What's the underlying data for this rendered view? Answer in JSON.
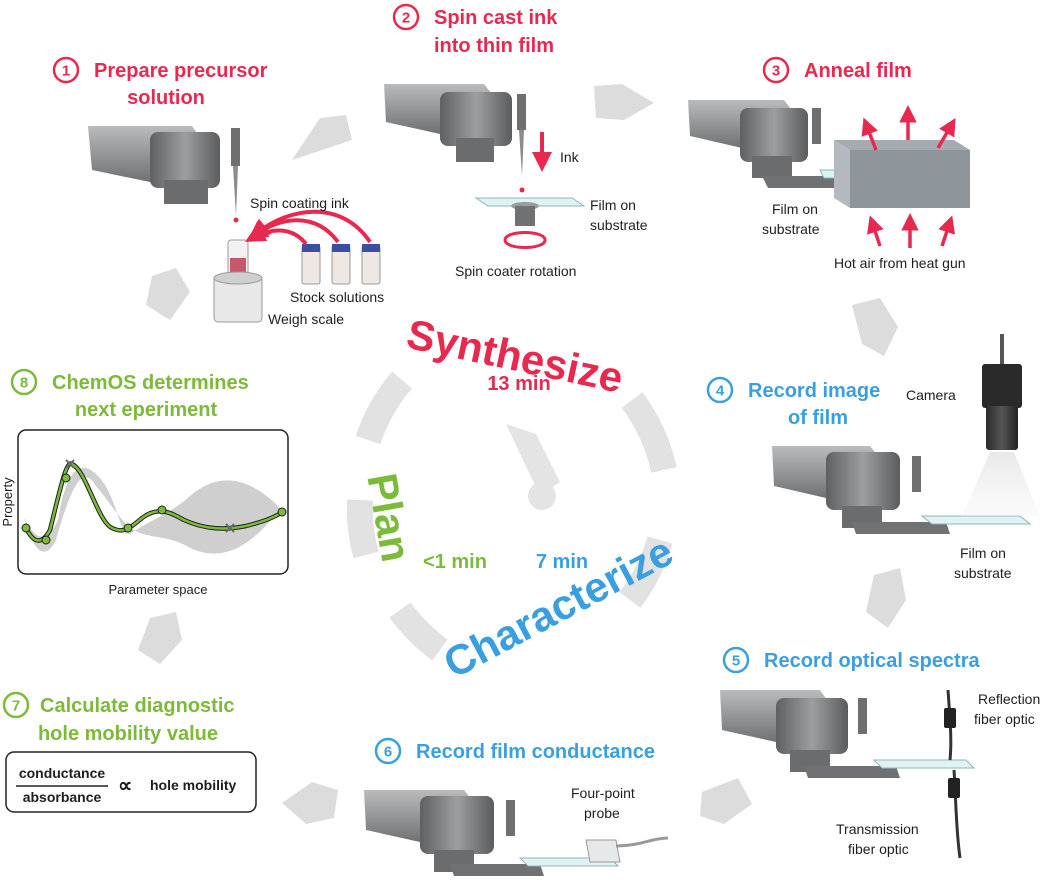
{
  "colors": {
    "synthesize": "#e8294f",
    "characterize": "#3a9fe0",
    "plan": "#7cba3a",
    "arrow_gray": "#dcdcdc",
    "machine": "#8a8c8e"
  },
  "steps": [
    {
      "num": "1",
      "line1": "Prepare precursor",
      "line2": "solution",
      "phase": "synthesize"
    },
    {
      "num": "2",
      "line1": "Spin cast ink",
      "line2": "into thin film",
      "phase": "synthesize"
    },
    {
      "num": "3",
      "line1": "Anneal film",
      "line2": "",
      "phase": "synthesize"
    },
    {
      "num": "4",
      "line1": "Record image",
      "line2": "of film",
      "phase": "characterize"
    },
    {
      "num": "5",
      "line1": "Record optical spectra",
      "line2": "",
      "phase": "characterize"
    },
    {
      "num": "6",
      "line1": "Record film conductance",
      "line2": "",
      "phase": "characterize"
    },
    {
      "num": "7",
      "line1": "Calculate diagnostic",
      "line2": "hole mobility value",
      "phase": "plan"
    },
    {
      "num": "8",
      "line1": "ChemOS determines",
      "line2": "next eperiment",
      "phase": "plan"
    }
  ],
  "labels": {
    "spin_coating_ink": "Spin coating ink",
    "stock_solutions": "Stock solutions",
    "weigh_scale": "Weigh scale",
    "ink": "Ink",
    "film_on": "Film on",
    "substrate": "substrate",
    "spin_coater_rotation": "Spin coater rotation",
    "hot_air": "Hot air from heat gun",
    "camera": "Camera",
    "reflection_1": "Reflection",
    "reflection_2": "fiber optic",
    "transmission_1": "Transmission",
    "transmission_2": "fiber optic",
    "four_point_1": "Four-point",
    "four_point_2": "probe",
    "formula_numerator": "conductance",
    "formula_denominator": "absorbance",
    "formula_proportional": "∝",
    "formula_result": "hole mobility"
  },
  "phases": {
    "synthesize": {
      "name": "Synthesize",
      "duration": "13 min"
    },
    "characterize": {
      "name": "Characterize",
      "duration": "7 min"
    },
    "plan": {
      "name": "Plan",
      "duration": "<1 min"
    }
  },
  "plot": {
    "ylabel": "Property",
    "xlabel": "Parameter space"
  }
}
